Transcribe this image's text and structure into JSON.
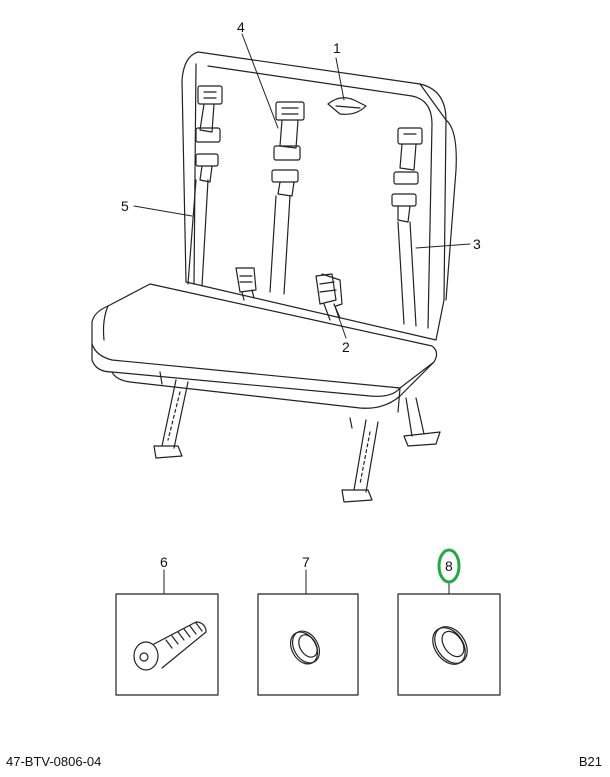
{
  "callouts": {
    "c1": "1",
    "c2": "2",
    "c3": "3",
    "c4": "4",
    "c5": "5",
    "c6": "6",
    "c7": "7",
    "c8": "8"
  },
  "footer": {
    "doc_id": "47-BTV-0806-04",
    "page_code": "B21"
  },
  "colors": {
    "line": "#222222",
    "highlight": "#22aa44"
  }
}
